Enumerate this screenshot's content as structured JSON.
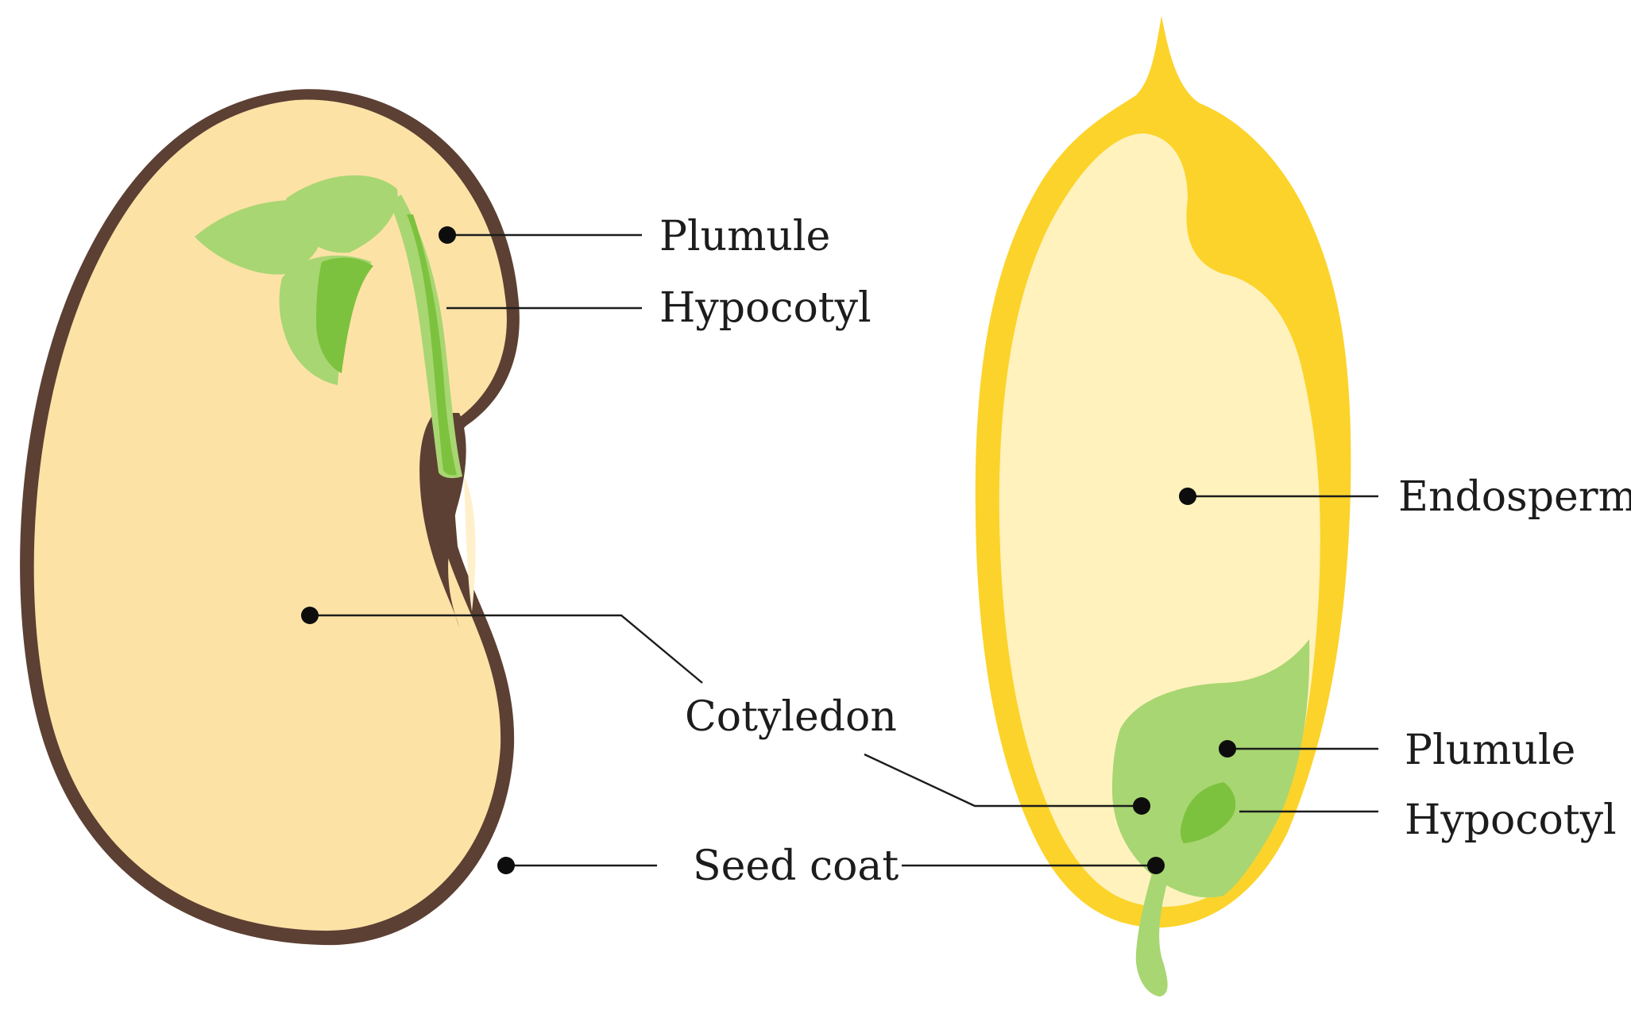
{
  "diagram": {
    "labels": {
      "bean_plumule": "Plumule",
      "bean_hypocotyl": "Hypocotyl",
      "cotyledon": "Cotyledon",
      "seed_coat": "Seed coat",
      "endosperm": "Endosperm",
      "grain_plumule": "Plumule",
      "grain_hypocotyl": "Hypocotyl"
    },
    "colors": {
      "bean_coat": "#5c4033",
      "bean_cotyledon": "#fde2a6",
      "bean_hilum_inner": "#fff0cc",
      "plumule_light": "#a8d672",
      "plumule_dark": "#7cc23e",
      "grain_husk": "#fcd32a",
      "grain_endosperm": "#fff2bd",
      "embryo": "#a8d672"
    }
  }
}
